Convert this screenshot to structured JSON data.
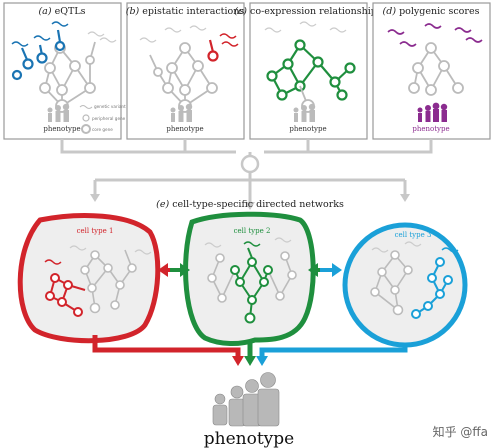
{
  "panels": [
    {
      "label": "(a) eQTLs",
      "tag": "(a)",
      "name": "eQTLs",
      "accent": "#1a74b3",
      "phenotype": "phenotype"
    },
    {
      "label": "(b) epistatic interactions",
      "tag": "(b)",
      "name": "epistatic interactions",
      "accent": "#d2242b",
      "phenotype": "phenotype"
    },
    {
      "label": "(c) co-expression relationships",
      "tag": "(c)",
      "name": "co-expression relationships",
      "accent": "#1f8f3e",
      "phenotype": "phenotype"
    },
    {
      "label": "(d) polygenic scores",
      "tag": "(d)",
      "name": "polygenic scores",
      "accent": "#8b2c8f",
      "phenotype": "phenotype"
    }
  ],
  "legend": {
    "genetic_variant": "genetic variant",
    "peripheral_gene": "peripheral gene",
    "core_gene": "core gene"
  },
  "section_e": {
    "tag": "(e)",
    "title": "cell-type-specific directed networks"
  },
  "cell_types": [
    {
      "label": "cell type 1",
      "color": "#d2242b"
    },
    {
      "label": "cell type 2",
      "color": "#1f8f3e"
    },
    {
      "label": "cell type 3",
      "color": "#1aa0d8"
    }
  ],
  "phenotype_main": "phenotype",
  "watermark": "知乎 @ffa",
  "colors": {
    "grey": "#b5b5b5",
    "panel_border": "#9a9a9a",
    "blob_fill": "#eeeeee"
  }
}
